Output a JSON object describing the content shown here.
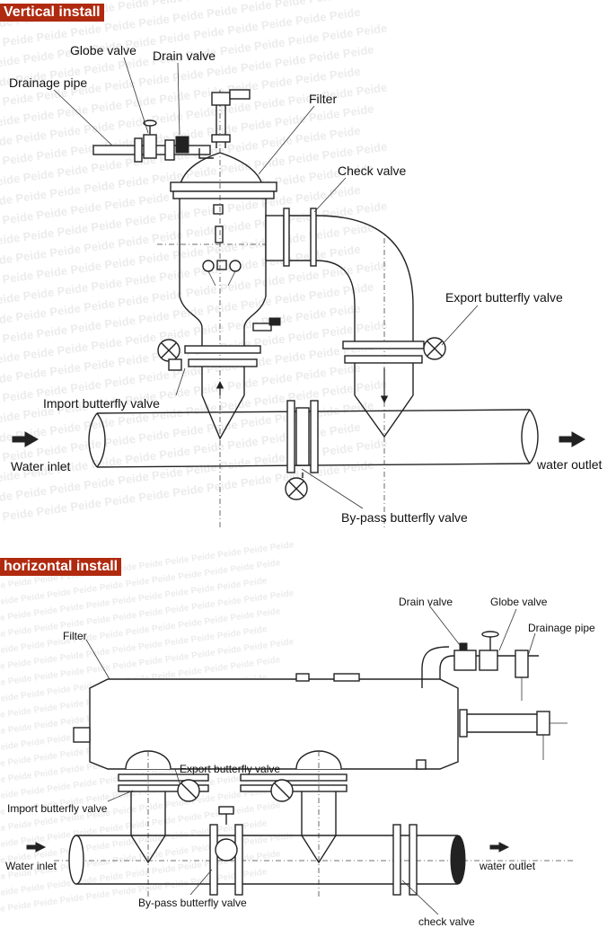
{
  "sections": {
    "vertical": {
      "title": "Vertical install"
    },
    "horizontal": {
      "title": "horizontal install"
    }
  },
  "watermark": {
    "text": "Peide Peide Peide Peide Peide Peide Peide Peide Peide Peide Peide Peide"
  },
  "vertical_labels": {
    "globe_valve": "Globe valve",
    "drain_valve": "Drain valve",
    "drainage_pipe": "Drainage pipe",
    "filter": "Filter",
    "check_valve": "Check valve",
    "export_butterfly_valve": "Export butterfly valve",
    "import_butterfly_valve": "Import butterfly valve",
    "water_inlet": "Water inlet",
    "water_outlet": "water outlet",
    "bypass_butterfly_valve": "By-pass butterfly valve"
  },
  "horizontal_labels": {
    "drain_valve": "Drain valve",
    "globe_valve": "Globe valve",
    "drainage_pipe": "Drainage pipe",
    "filter": "Filter",
    "export_butterfly_valve": "Export butterfly valve",
    "import_butterfly_valve": "Import butterfly valve",
    "water_inlet": "Water inlet",
    "water_outlet": "water outlet",
    "bypass_butterfly_valve": "By-pass butterfly valve",
    "check_valve": "check valve"
  }
}
